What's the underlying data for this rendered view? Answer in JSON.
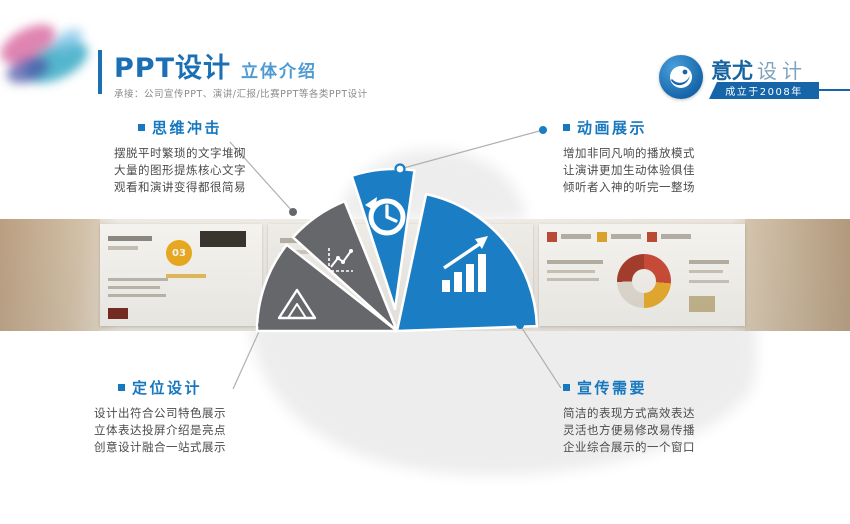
{
  "header": {
    "title": "PPT设计",
    "subtitle": "立体介绍",
    "tagline": "承接：公司宣传PPT、演讲/汇报/比赛PPT等各类PPT设计"
  },
  "logo": {
    "brand_bold": "意尤",
    "brand_light": "设计",
    "banner": "成立于2008年"
  },
  "strip": {
    "badge": "03"
  },
  "sections": {
    "top_left": {
      "title": "思维冲击",
      "lines": [
        "摆脱平时繁琐的文字堆砌",
        "大量的图形提炼核心文字",
        "观看和演讲变得都很简易"
      ]
    },
    "top_right": {
      "title": "动画展示",
      "lines": [
        "增加非同凡响的播放模式",
        "让演讲更加生动体验俱佳",
        "倾听者入神的听完一整场"
      ]
    },
    "bottom_left": {
      "title": "定位设计",
      "lines": [
        "设计出符合公司特色展示",
        "立体表达投屏介绍是亮点",
        "创意设计融合一站式展示"
      ]
    },
    "bottom_right": {
      "title": "宣传需要",
      "lines": [
        "简洁的表现方式高效表达",
        "灵活也方便易修改易传播",
        "企业综合展示的一个窗口"
      ]
    }
  },
  "icons": {
    "fan": [
      "pyramid-icon",
      "line-chart-icon",
      "history-clock-icon",
      "growth-bars-icon"
    ],
    "logo": "paint-swirl-icon"
  },
  "colors": {
    "accent_blue": "#1b7ec4",
    "accent_gray": "#66676a",
    "accent_yellow": "#f0ae1e"
  }
}
